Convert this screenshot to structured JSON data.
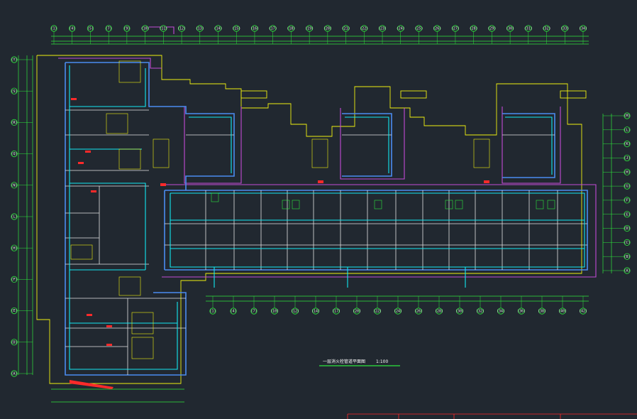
{
  "drawing": {
    "title": "一层消火栓管道平面图",
    "scale": "1:100",
    "colors": {
      "background": "#212830",
      "wall": "#4a8cf0",
      "partition": "#e4e4e4",
      "pipe": "#12e8f2",
      "axis_line": "#2ee63c",
      "outline": "#f0f010",
      "interior": "#c34bd6",
      "alert": "#ff2a2a"
    }
  },
  "top_axes": [
    "(1)",
    "(4)",
    "(5)",
    "(7)",
    "(9)",
    "(10)",
    "(11)",
    "(12)",
    "(13)",
    "(14)",
    "(15)",
    "(16)",
    "(17)",
    "(18)",
    "(19)",
    "(20)",
    "(21)",
    "(22)",
    "(23)",
    "(24)",
    "(25)",
    "(26)",
    "(27)",
    "(28)",
    "(29)",
    "(30)",
    "(31)",
    "(32)",
    "(33)",
    "(34)"
  ],
  "bottom_axes": [
    "(1)",
    "(4)",
    "(7)",
    "(10)",
    "(12)",
    "(14)",
    "(17)",
    "(20)",
    "(22)",
    "(24)",
    "(26)",
    "(28)",
    "(30)",
    "(32)",
    "(34)",
    "(36)",
    "(38)",
    "(40)",
    "(42)"
  ],
  "left_axes": [
    "(Y)",
    "(S)",
    "(R)",
    "(Q)",
    "(N)",
    "(L)",
    "(H)",
    "(F)",
    "(E)",
    "(D)",
    "(A)"
  ],
  "right_axes": [
    "(M)",
    "(L)",
    "(K)",
    "(J)",
    "(H)",
    "(G)",
    "(F)",
    "(E)",
    "(D)",
    "(C)",
    "(B)",
    "(A)"
  ]
}
